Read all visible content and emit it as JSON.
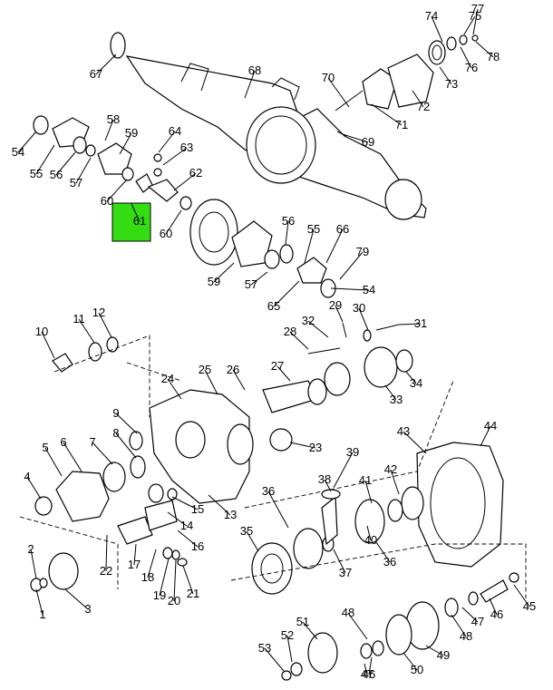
{
  "diagram": {
    "highlight_color": "#33dd11",
    "callouts": [
      {
        "text": "1"
      },
      {
        "text": "2"
      },
      {
        "text": "3"
      },
      {
        "text": "4"
      },
      {
        "text": "5"
      },
      {
        "text": "6"
      },
      {
        "text": "7"
      },
      {
        "text": "8"
      },
      {
        "text": "9"
      },
      {
        "text": "10"
      },
      {
        "text": "11"
      },
      {
        "text": "12"
      },
      {
        "text": "13"
      },
      {
        "text": "14"
      },
      {
        "text": "15"
      },
      {
        "text": "16"
      },
      {
        "text": "17"
      },
      {
        "text": "18"
      },
      {
        "text": "19"
      },
      {
        "text": "20"
      },
      {
        "text": "21"
      },
      {
        "text": "22"
      },
      {
        "text": "23"
      },
      {
        "text": "24"
      },
      {
        "text": "25"
      },
      {
        "text": "26"
      },
      {
        "text": "27"
      },
      {
        "text": "28"
      },
      {
        "text": "29"
      },
      {
        "text": "30"
      },
      {
        "text": "31"
      },
      {
        "text": "32"
      },
      {
        "text": "33"
      },
      {
        "text": "34"
      },
      {
        "text": "35"
      },
      {
        "text": "36"
      },
      {
        "text": "36"
      },
      {
        "text": "37"
      },
      {
        "text": "38"
      },
      {
        "text": "39"
      },
      {
        "text": "40"
      },
      {
        "text": "41"
      },
      {
        "text": "42"
      },
      {
        "text": "43"
      },
      {
        "text": "44"
      },
      {
        "text": "45"
      },
      {
        "text": "46"
      },
      {
        "text": "46"
      },
      {
        "text": "47"
      },
      {
        "text": "47"
      },
      {
        "text": "48"
      },
      {
        "text": "48"
      },
      {
        "text": "49"
      },
      {
        "text": "50"
      },
      {
        "text": "51"
      },
      {
        "text": "52"
      },
      {
        "text": "53"
      },
      {
        "text": "54"
      },
      {
        "text": "54"
      },
      {
        "text": "55"
      },
      {
        "text": "55"
      },
      {
        "text": "56"
      },
      {
        "text": "56"
      },
      {
        "text": "57"
      },
      {
        "text": "57"
      },
      {
        "text": "58"
      },
      {
        "text": "59"
      },
      {
        "text": "59"
      },
      {
        "text": "60"
      },
      {
        "text": "60"
      },
      {
        "text": "61"
      },
      {
        "text": "62"
      },
      {
        "text": "63"
      },
      {
        "text": "64"
      },
      {
        "text": "65"
      },
      {
        "text": "66"
      },
      {
        "text": "67"
      },
      {
        "text": "68"
      },
      {
        "text": "69"
      },
      {
        "text": "70"
      },
      {
        "text": "71"
      },
      {
        "text": "72"
      },
      {
        "text": "73"
      },
      {
        "text": "74"
      },
      {
        "text": "75"
      },
      {
        "text": "76"
      },
      {
        "text": "77"
      },
      {
        "text": "78"
      },
      {
        "text": "79"
      }
    ]
  }
}
